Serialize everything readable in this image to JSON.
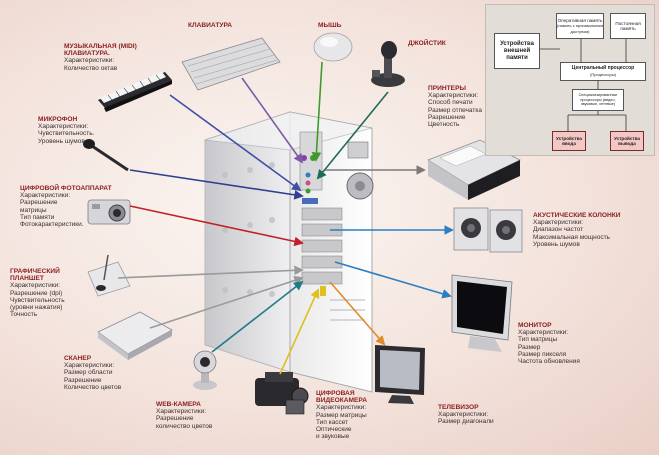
{
  "devices": {
    "synth": {
      "title": "МУЗЫКАЛЬНАЯ (MIDI) КЛАВИАТУРА.",
      "specs": [
        "Характеристики:",
        "Количество октав"
      ]
    },
    "keyboard": {
      "title": "КЛАВИАТУРА"
    },
    "mouse": {
      "title": "МЫШЬ"
    },
    "joystick": {
      "title": "ДЖОЙСТИК"
    },
    "printer": {
      "title": "ПРИНТЕРЫ",
      "specs": [
        "Характеристики:",
        "Способ печати",
        "Размер отпечатка",
        "Разрешение",
        "Цветность"
      ]
    },
    "microphone": {
      "title": "МИКРОФОН",
      "specs": [
        "Характеристики:",
        "Чувствительность.",
        "Уровень шумов."
      ]
    },
    "camera": {
      "title": "ЦИФРОВОЙ ФОТОАППАРАТ",
      "specs": [
        "Характеристики:",
        "Разрешение",
        "матрицы",
        "Тип памяти",
        "Фотокарактеристики."
      ]
    },
    "speakers": {
      "title": "АКУСТИЧЕСКИЕ КОЛОНКИ",
      "specs": [
        "Характеристики:",
        "Диапазон частот",
        "Максимальная мощность",
        "Уровень шумов"
      ]
    },
    "tablet": {
      "title": "ГРАФИЧЕСКИЙ ПЛАНШЕТ",
      "specs": [
        "Характеристики:",
        "Разрешение (dpi)",
        "Чувствительность",
        "(уровни нажатия)",
        "Точность"
      ]
    },
    "monitor": {
      "title": "МОНИТОР",
      "specs": [
        "Характеристики:",
        "Тип матрицы",
        "Размер",
        "Размер пикселя",
        "Частота обновления"
      ]
    },
    "scanner": {
      "title": "СКАНЕР",
      "specs": [
        "Характеристики:",
        "Размер области",
        "Разрешение",
        "Количество цветов"
      ]
    },
    "webcam": {
      "title": "WEB-КАМЕРА",
      "specs": [
        "Характеристики:",
        "Разрешение",
        "количество цветов"
      ]
    },
    "camcorder": {
      "title": "ЦИФРОВАЯ ВИДЕОКАМЕРА",
      "specs": [
        "Характеристики:",
        "Размер матрицы",
        "Тип кассет",
        "Оптические",
        "и звуковые"
      ]
    },
    "tv": {
      "title": "ТЕЛЕВИЗОР",
      "specs": [
        "Характеристики:",
        "Размер диагонали"
      ]
    }
  },
  "scheme": {
    "ram": "Оперативная память",
    "ram_sub": "(память с произвольным доступом)",
    "rom": "Постоянная память",
    "external": [
      "Устройства",
      "внешней",
      "памяти"
    ],
    "cpu": "Центральный процессор",
    "cpu_sub": "(Процессоры)",
    "special": "Специализированные процессоры (видео, звуковые, сетевые)",
    "input": [
      "Устройства",
      "ввода"
    ],
    "output": [
      "Устройства",
      "вывода"
    ]
  },
  "colors": {
    "synth": "#3f4fa8",
    "keyboard": "#7b5ba8",
    "mouse": "#3f9a2c",
    "joystick": "#1f6b5a",
    "microphone": "#2f3f92",
    "camera": "#c0202a",
    "printer": "#7a7a7a",
    "speakers": "#2b7ec2",
    "tablet": "#9a9a9a",
    "monitor": "#2b7ec2",
    "scanner": "#9a9a9a",
    "webcam": "#1f7a8a",
    "camcorder": "#e0c020",
    "tv": "#e08a2a"
  }
}
